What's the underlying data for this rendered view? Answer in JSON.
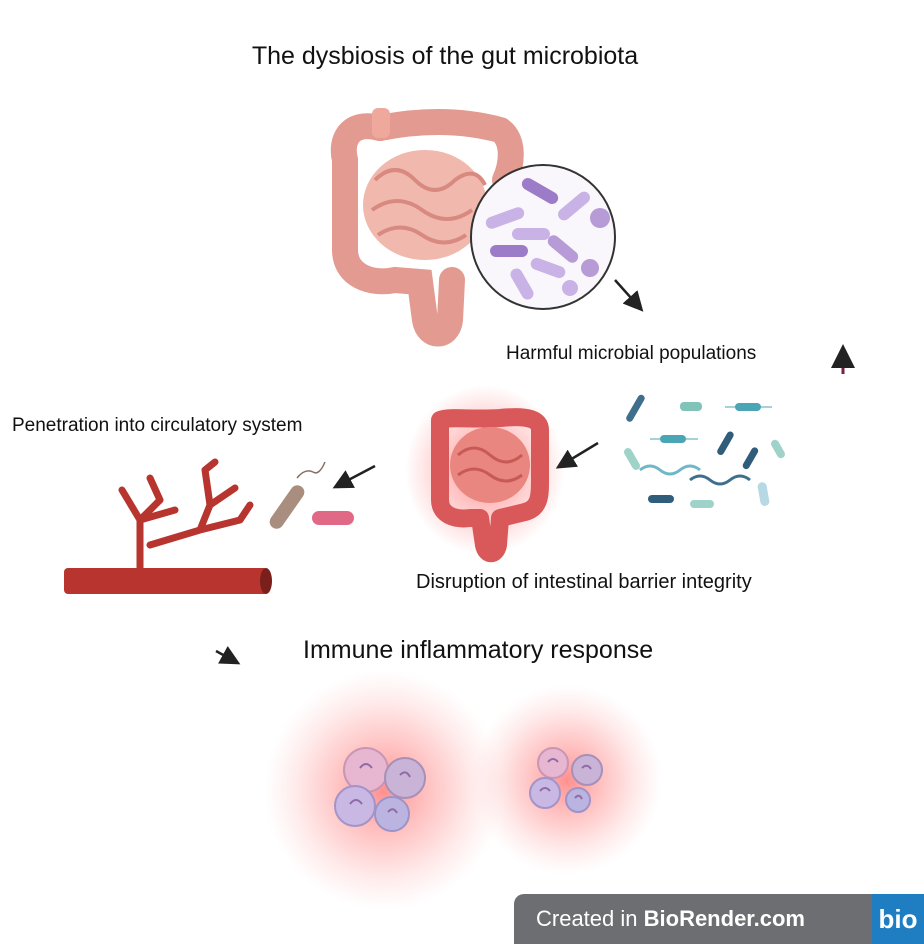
{
  "title": "The dysbiosis of the gut microbiota",
  "labels": {
    "harmful": "Harmful microbial populations",
    "penetration": "Penetration into circulatory system",
    "disruption": "Disruption of intestinal barrier integrity",
    "immune": "Immune inflammatory response"
  },
  "badge": {
    "prefix": "Created in ",
    "brand": "BioRender.com",
    "logo": "bio"
  },
  "colors": {
    "intestine": "#e9a39b",
    "inflamed": "#d9585a",
    "vessel": "#b8352f",
    "bacteria_purple": "#b79bd6",
    "bacteria_teal": "#5aa8b5",
    "increase_arrow": "#7a1f45",
    "badge_bg": "#6d6e71",
    "logo_bg": "#1f7ec1"
  }
}
